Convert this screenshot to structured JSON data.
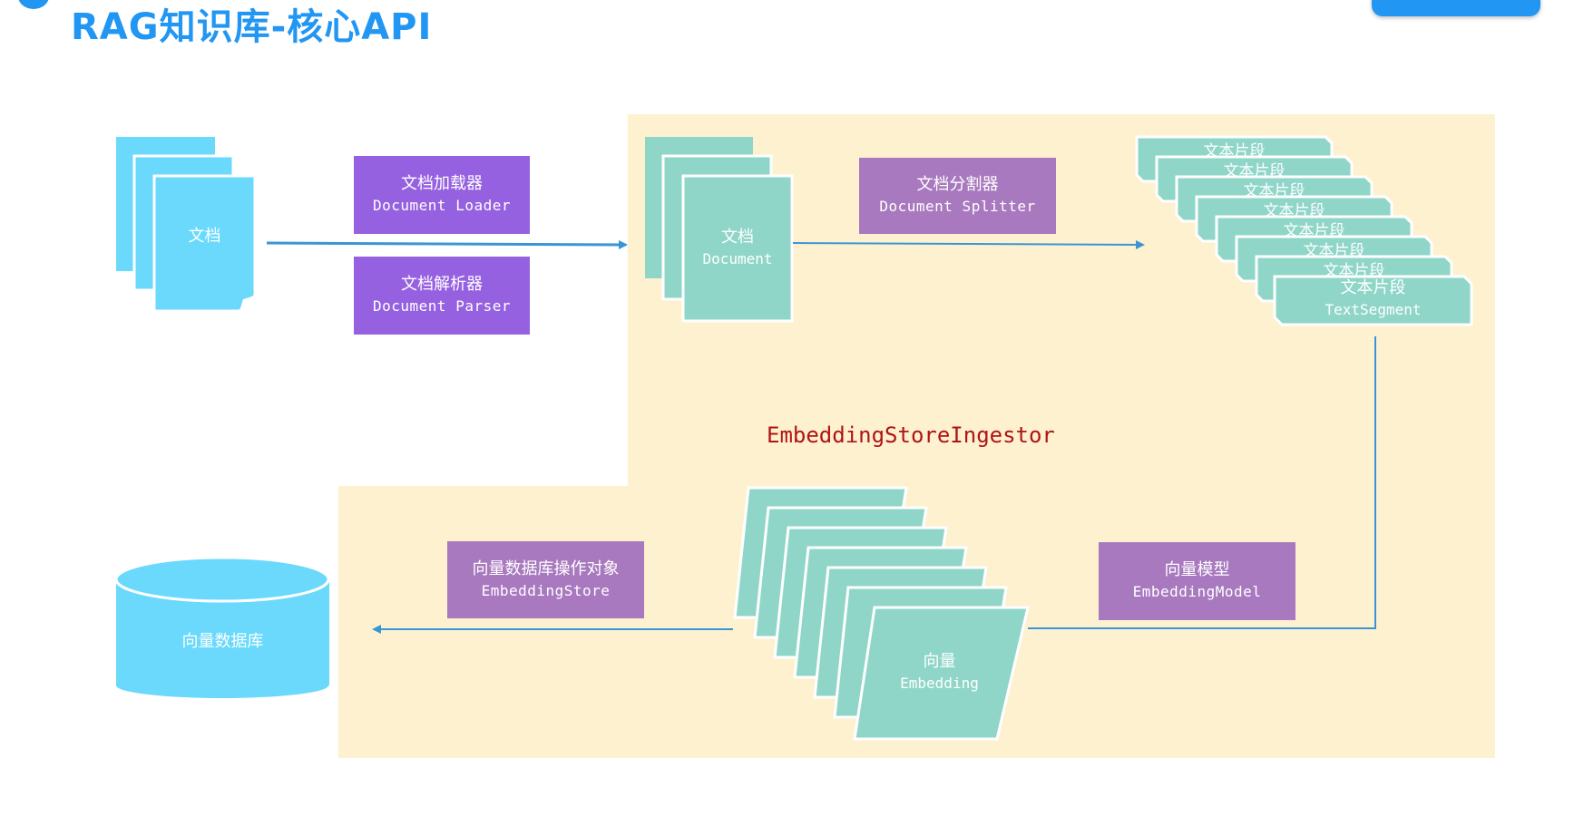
{
  "title": "RAG知识库-核心API",
  "colors": {
    "title": "#2196f3",
    "source_doc": "#6ad9fb",
    "mint": "#8fd6c9",
    "violet_box": "#9661e0",
    "mauve_box": "#a879bf",
    "ingestor_bg": "#fdf1d0",
    "arrow": "#3a95d6",
    "ingestor_text": "#b01414"
  },
  "source_document": {
    "label": "文档"
  },
  "loader": {
    "zh": "文档加载器",
    "en": "Document Loader"
  },
  "parser": {
    "zh": "文档解析器",
    "en": "Document Parser"
  },
  "document": {
    "zh": "文档",
    "en": "Document"
  },
  "splitter": {
    "zh": "文档分割器",
    "en": "Document Splitter"
  },
  "segments": {
    "stack_labels": [
      "文本片段",
      "文本片段",
      "文本片段",
      "文本片段",
      "文本片段",
      "文本片段",
      "文本片段"
    ],
    "front_zh": "文本片段",
    "front_en": "TextSegment"
  },
  "ingestor_label": "EmbeddingStoreIngestor",
  "embedding_model": {
    "zh": "向量模型",
    "en": "EmbeddingModel"
  },
  "embedding": {
    "zh": "向量",
    "en": "Embedding"
  },
  "embedding_store": {
    "zh": "向量数据库操作对象",
    "en": "EmbeddingStore"
  },
  "vector_db": {
    "label": "向量数据库"
  }
}
